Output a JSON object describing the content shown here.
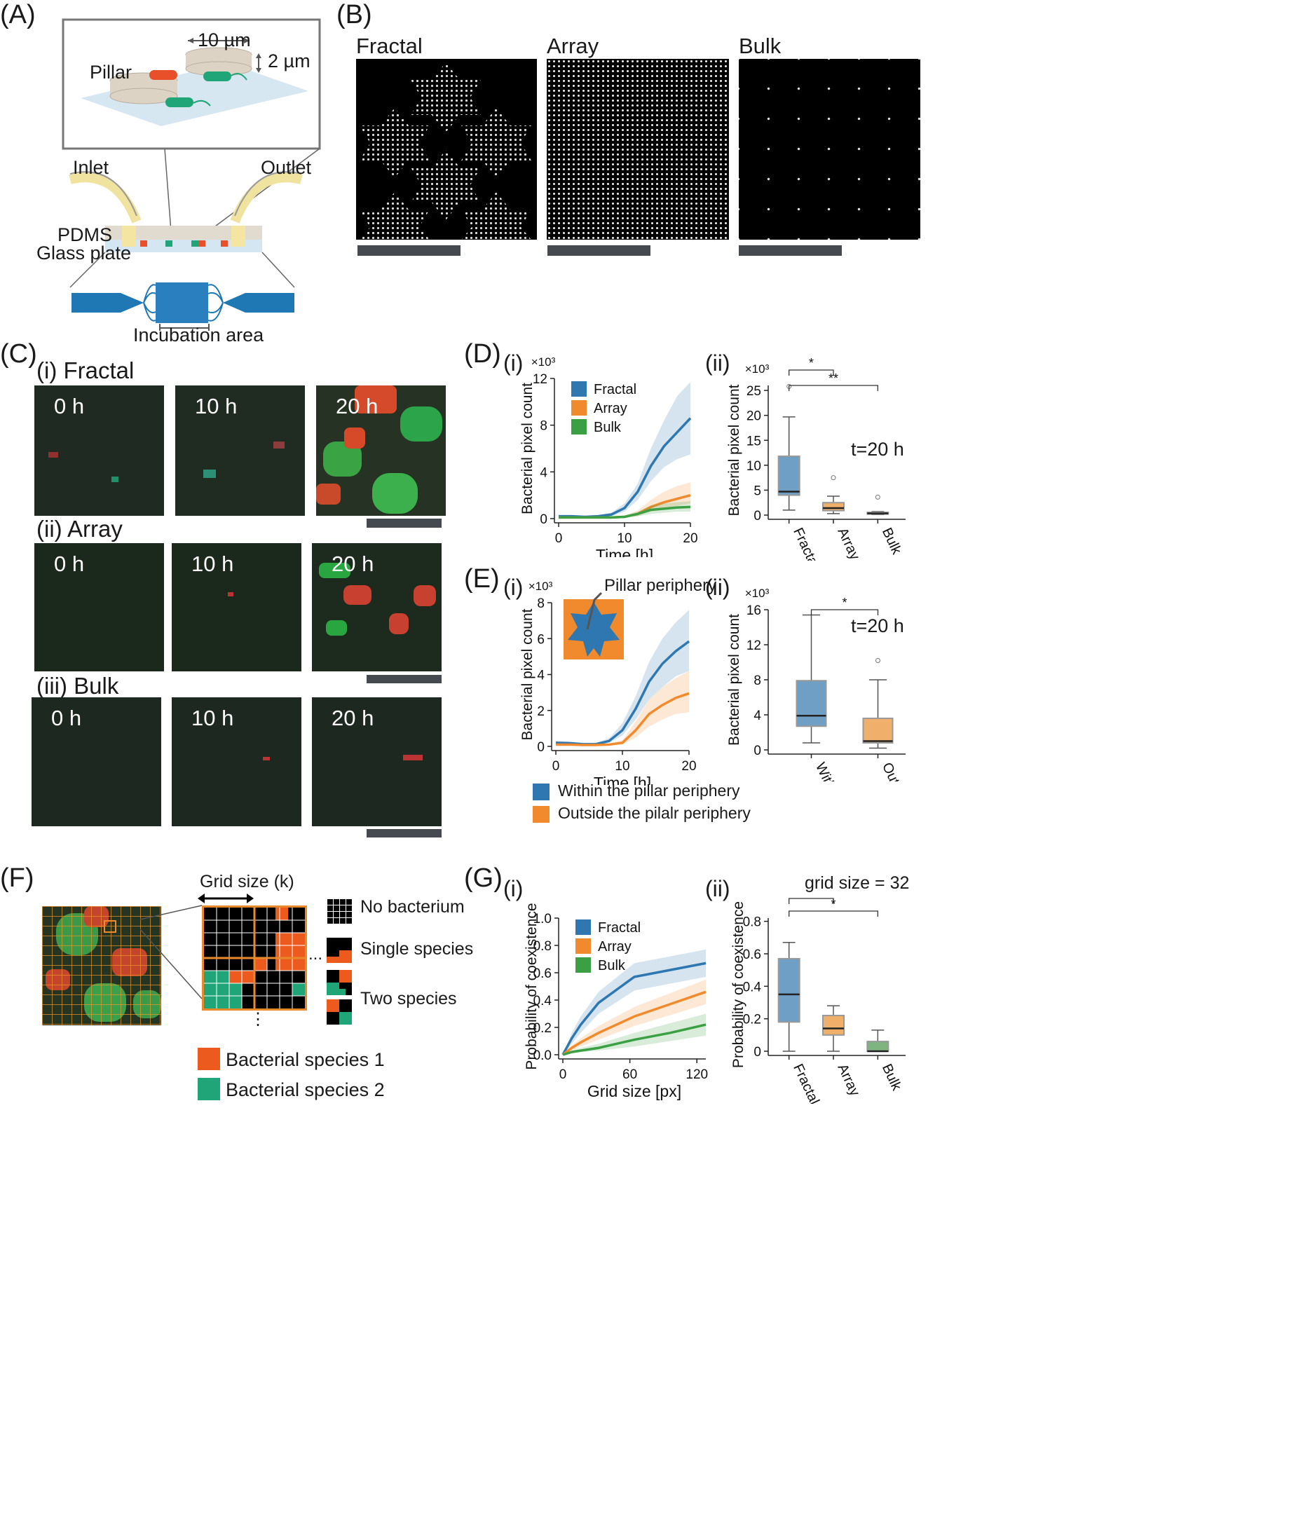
{
  "panels": {
    "A": {
      "label": "(A)",
      "pillar_width": "10 µm",
      "pillar_height": "2 µm",
      "pillar": "Pillar",
      "inlet": "Inlet",
      "outlet": "Outlet",
      "pdms": "PDMS",
      "glass": "Glass plate",
      "incubation": "Incubation area"
    },
    "B": {
      "label": "(B)",
      "titles": [
        "Fractal",
        "Array",
        "Bulk"
      ]
    },
    "C": {
      "label": "(C)",
      "rows": [
        {
          "title": "(i) Fractal",
          "times": [
            "0 h",
            "10 h",
            "20 h"
          ]
        },
        {
          "title": "(ii) Array",
          "times": [
            "0 h",
            "10 h",
            "20 h"
          ]
        },
        {
          "title": "(iii) Bulk",
          "times": [
            "0 h",
            "10 h",
            "20 h"
          ]
        }
      ]
    },
    "D": {
      "label": "(D)",
      "sub_i": "(i)",
      "sub_ii": "(ii)",
      "annot": "t=20 h",
      "sig": [
        "*",
        "**"
      ]
    },
    "E": {
      "label": "(E)",
      "sub_i": "(i)",
      "sub_ii": "(ii)",
      "annot": "t=20 h",
      "inset_label": "Pillar periphery",
      "sig": [
        "*"
      ],
      "legend": [
        "Within the pillar periphery",
        "Outside the pilalr periphery"
      ]
    },
    "F": {
      "label": "(F)",
      "grid": "Grid size (k)",
      "cats": [
        "No bacterium",
        "Single species",
        "Two species"
      ],
      "species": [
        "Bacterial species 1",
        "Bacterial species 2"
      ],
      "dots_h": "...",
      "dots_v": "⋮"
    },
    "G": {
      "label": "(G)",
      "sub_i": "(i)",
      "sub_ii": "(ii)",
      "annot": "grid size = 32",
      "sig": [
        "*",
        "*"
      ]
    }
  },
  "colors": {
    "fractal": "#2f77b0",
    "array": "#f08a2c",
    "bulk": "#3aa043",
    "species1": "#ec5a1d",
    "species2": "#1fa578"
  },
  "chart_data": [
    {
      "id": "D-i",
      "type": "line",
      "xlabel": "Time [h]",
      "ylabel": "Bacterial pixel count",
      "multiplier": "×10³",
      "xlim": [
        0,
        20
      ],
      "ylim": [
        0,
        12
      ],
      "xticks": [
        "0",
        "10",
        "20"
      ],
      "yticks": [
        "0",
        "4",
        "8",
        "12"
      ],
      "x": [
        0,
        2,
        4,
        6,
        8,
        10,
        12,
        14,
        16,
        18,
        20
      ],
      "series": [
        {
          "name": "Fractal",
          "values": [
            0.2,
            0.2,
            0.15,
            0.2,
            0.35,
            0.9,
            2.3,
            4.5,
            6.2,
            7.4,
            8.6
          ],
          "lower": [
            0.1,
            0.1,
            0.1,
            0.1,
            0.2,
            0.6,
            1.6,
            3.2,
            4.4,
            5.1,
            5.5
          ],
          "upper": [
            0.3,
            0.3,
            0.25,
            0.3,
            0.5,
            1.3,
            3.0,
            6.0,
            8.4,
            10.5,
            11.7
          ]
        },
        {
          "name": "Array",
          "values": [
            0.1,
            0.1,
            0.1,
            0.1,
            0.1,
            0.15,
            0.4,
            1.0,
            1.4,
            1.7,
            2.0
          ],
          "lower": [
            0.05,
            0.05,
            0.05,
            0.05,
            0.05,
            0.1,
            0.2,
            0.6,
            0.9,
            1.1,
            1.3
          ],
          "upper": [
            0.15,
            0.15,
            0.15,
            0.15,
            0.15,
            0.25,
            0.7,
            1.6,
            2.3,
            2.8,
            3.1
          ]
        },
        {
          "name": "Bulk",
          "values": [
            0.1,
            0.1,
            0.1,
            0.1,
            0.1,
            0.15,
            0.4,
            0.75,
            0.85,
            0.95,
            1.0
          ],
          "lower": [
            0.05,
            0.05,
            0.05,
            0.05,
            0.05,
            0.1,
            0.2,
            0.4,
            0.5,
            0.6,
            0.6
          ],
          "upper": [
            0.15,
            0.15,
            0.15,
            0.15,
            0.15,
            0.25,
            0.6,
            1.1,
            1.3,
            1.4,
            1.5
          ]
        }
      ]
    },
    {
      "id": "D-ii",
      "type": "box",
      "ylabel": "Bacterial pixel count",
      "multiplier": "×10³",
      "ylim": [
        0,
        26
      ],
      "yticks": [
        "0",
        "5",
        "10",
        "15",
        "20",
        "25"
      ],
      "categories": [
        "Fractal",
        "Array",
        "Bulk"
      ],
      "boxes": [
        {
          "min": 1.0,
          "q1": 4.0,
          "median": 4.7,
          "q3": 11.8,
          "max": 19.7,
          "outliers": [
            25.8
          ]
        },
        {
          "min": 0.3,
          "q1": 0.9,
          "median": 1.4,
          "q3": 2.5,
          "max": 3.8,
          "outliers": [
            7.5
          ]
        },
        {
          "min": 0.1,
          "q1": 0.2,
          "median": 0.35,
          "q3": 0.55,
          "max": 0.7,
          "outliers": [
            3.6
          ]
        }
      ]
    },
    {
      "id": "E-i",
      "type": "line",
      "xlabel": "Time [h]",
      "ylabel": "Bacterial pixel count",
      "multiplier": "×10³",
      "xlim": [
        0,
        20
      ],
      "ylim": [
        0,
        8
      ],
      "xticks": [
        "0",
        "10",
        "20"
      ],
      "yticks": [
        "0",
        "2",
        "4",
        "6",
        "8"
      ],
      "x": [
        0,
        2,
        4,
        6,
        8,
        10,
        12,
        14,
        16,
        18,
        20
      ],
      "series": [
        {
          "name": "Within the pillar periphery",
          "values": [
            0.2,
            0.18,
            0.12,
            0.12,
            0.3,
            0.9,
            2.1,
            3.6,
            4.6,
            5.3,
            5.85
          ],
          "lower": [
            0.1,
            0.1,
            0.05,
            0.05,
            0.2,
            0.6,
            1.5,
            2.6,
            3.3,
            3.9,
            4.2
          ],
          "upper": [
            0.3,
            0.26,
            0.2,
            0.2,
            0.45,
            1.3,
            2.8,
            4.7,
            6.0,
            6.9,
            7.6
          ]
        },
        {
          "name": "Outside the pilalr periphery",
          "values": [
            0.1,
            0.1,
            0.08,
            0.08,
            0.1,
            0.2,
            0.9,
            1.8,
            2.3,
            2.7,
            2.95
          ],
          "lower": [
            0.05,
            0.05,
            0.04,
            0.04,
            0.05,
            0.1,
            0.5,
            1.1,
            1.5,
            1.8,
            1.9
          ],
          "upper": [
            0.15,
            0.15,
            0.12,
            0.12,
            0.15,
            0.35,
            1.4,
            2.6,
            3.3,
            3.8,
            4.2
          ]
        }
      ]
    },
    {
      "id": "E-ii",
      "type": "box",
      "ylabel": "Bacterial pixel count",
      "multiplier": "×10³",
      "ylim": [
        0,
        16
      ],
      "yticks": [
        "0",
        "4",
        "8",
        "12",
        "16"
      ],
      "categories": [
        "Within",
        "Outside"
      ],
      "boxes": [
        {
          "min": 0.8,
          "q1": 2.7,
          "median": 3.9,
          "q3": 7.9,
          "max": 15.4,
          "outliers": []
        },
        {
          "min": 0.2,
          "q1": 0.8,
          "median": 1.0,
          "q3": 3.6,
          "max": 8.0,
          "outliers": [
            10.2
          ]
        }
      ]
    },
    {
      "id": "G-i",
      "type": "line",
      "xlabel": "Grid size [px]",
      "ylabel": "Probability of coexistence",
      "xlim": [
        0,
        128
      ],
      "ylim": [
        0,
        1.0
      ],
      "xticks": [
        "0",
        "60",
        "120"
      ],
      "yticks": [
        "0.0",
        "0.2",
        "0.4",
        "0.6",
        "0.8",
        "1.0"
      ],
      "x": [
        0,
        8,
        16,
        32,
        64,
        96,
        128
      ],
      "series": [
        {
          "name": "Fractal",
          "values": [
            0.0,
            0.12,
            0.22,
            0.38,
            0.57,
            0.62,
            0.67
          ],
          "lower": [
            0.0,
            0.08,
            0.16,
            0.3,
            0.47,
            0.52,
            0.57
          ],
          "upper": [
            0.0,
            0.16,
            0.28,
            0.46,
            0.67,
            0.72,
            0.77
          ]
        },
        {
          "name": "Array",
          "values": [
            0.0,
            0.05,
            0.09,
            0.16,
            0.28,
            0.37,
            0.46
          ],
          "lower": [
            0.0,
            0.03,
            0.06,
            0.11,
            0.21,
            0.29,
            0.37
          ],
          "upper": [
            0.0,
            0.07,
            0.12,
            0.21,
            0.35,
            0.45,
            0.55
          ]
        },
        {
          "name": "Bulk",
          "values": [
            0.0,
            0.02,
            0.03,
            0.05,
            0.11,
            0.16,
            0.22
          ],
          "lower": [
            0.0,
            0.01,
            0.02,
            0.03,
            0.06,
            0.1,
            0.14
          ],
          "upper": [
            0.0,
            0.03,
            0.05,
            0.08,
            0.16,
            0.23,
            0.3
          ]
        }
      ]
    },
    {
      "id": "G-ii",
      "type": "box",
      "ylabel": "Probability of coexistence",
      "ylim": [
        0,
        0.82
      ],
      "yticks": [
        "0",
        "0.2",
        "0.4",
        "0.6",
        "0.8"
      ],
      "categories": [
        "Fractal",
        "Array",
        "Bulk"
      ],
      "boxes": [
        {
          "min": 0.0,
          "q1": 0.18,
          "median": 0.35,
          "q3": 0.57,
          "max": 0.67,
          "outliers": []
        },
        {
          "min": 0.0,
          "q1": 0.1,
          "median": 0.14,
          "q3": 0.22,
          "max": 0.28,
          "outliers": []
        },
        {
          "min": 0.0,
          "q1": 0.0,
          "median": 0.0,
          "q3": 0.06,
          "max": 0.13,
          "outliers": []
        }
      ]
    }
  ]
}
